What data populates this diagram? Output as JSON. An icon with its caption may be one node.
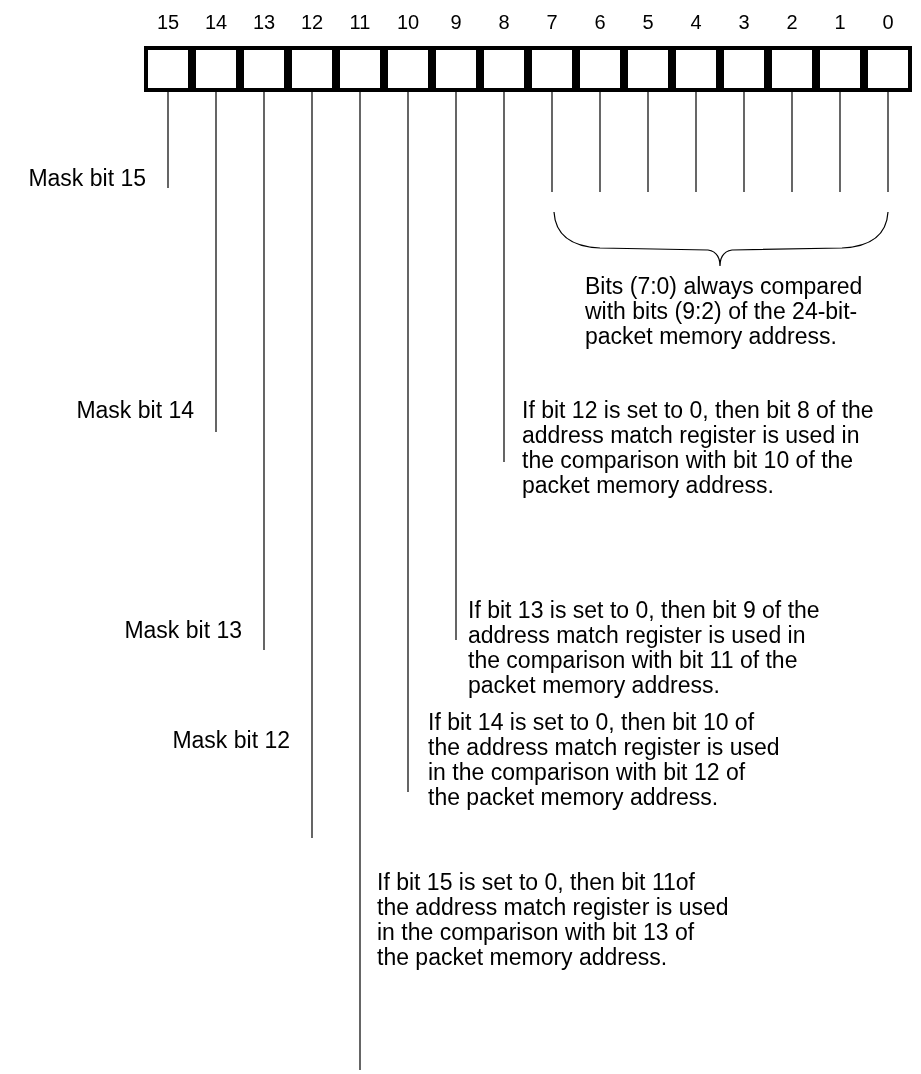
{
  "diagram": {
    "nodes": [
      {
        "text": [
          "15"
        ]
      },
      {
        "text": [
          "14"
        ]
      },
      {
        "text": [
          "13"
        ]
      },
      {
        "text": [
          "12"
        ]
      },
      {
        "text": [
          "11"
        ]
      },
      {
        "text": [
          "10"
        ]
      },
      {
        "text": [
          "9"
        ]
      },
      {
        "text": [
          "8"
        ]
      },
      {
        "text": [
          "7"
        ]
      },
      {
        "text": [
          "6"
        ]
      },
      {
        "text": [
          "5"
        ]
      },
      {
        "text": [
          "4"
        ]
      },
      {
        "text": [
          "3"
        ]
      },
      {
        "text": [
          "2"
        ]
      },
      {
        "text": [
          "1"
        ]
      },
      {
        "text": [
          "0"
        ]
      },
      {
        "text": [
          "Mask bit 15"
        ]
      },
      {
        "text": [
          "Mask bit 14"
        ]
      },
      {
        "text": [
          "If bit 12 is set to 0, then bit 8 of the address match register is used in the comparison with bit 10 of the packet memory address."
        ]
      },
      {
        "text": [
          "If bit 13 is set to 0, then bit 9 of the address match register is used in the comparison with bit 11 of the packet memory address."
        ]
      },
      {
        "text": [
          "Mask bit 13"
        ]
      },
      {
        "text": [
          "Mask bit 12"
        ]
      },
      {
        "text": [
          "If bit 14 is set to 0, then bit 10 of the address match register is used in the comparison with bit 12 of the packet memory address."
        ]
      },
      {
        "text": [
          "If bit 15 is set to 0, then bit 11of the address match register is used in the comparison with bit 13 of the packet memory address."
        ]
      }
    ],
    "edges": [
      {
        "from": 16,
        "to": 0,
        "arrow": "none"
      },
      {
        "from": 17,
        "to": 1,
        "arrow": "none"
      },
      {
        "from": 20,
        "to": 2,
        "arrow": "none"
      },
      {
        "from": 21,
        "to": 3,
        "arrow": "none"
      },
      {
        "from": 23,
        "to": 4,
        "arrow": "none"
      },
      {
        "from": 22,
        "to": 5,
        "arrow": "none"
      },
      {
        "from": 19,
        "to": 6,
        "arrow": "none"
      },
      {
        "from": 18,
        "to": 7,
        "arrow": "none"
      },
      {
        "from": 8,
        "to": null,
        "arrow": "none"
      },
      {
        "from": 9,
        "to": null,
        "arrow": "none"
      },
      {
        "from": 10,
        "to": null,
        "arrow": "none"
      },
      {
        "from": 11,
        "to": null,
        "arrow": "none"
      },
      {
        "from": 12,
        "to": null,
        "arrow": "none"
      },
      {
        "from": 13,
        "to": null,
        "arrow": "none"
      },
      {
        "from": 14,
        "to": null,
        "arrow": "none"
      },
      {
        "from": 15,
        "to": null,
        "arrow": "none"
      }
    ],
    "labels": [
      "Bits (7:0) always compared with bits (9:2) of the 24-bit-packet memory address."
    ]
  }
}
